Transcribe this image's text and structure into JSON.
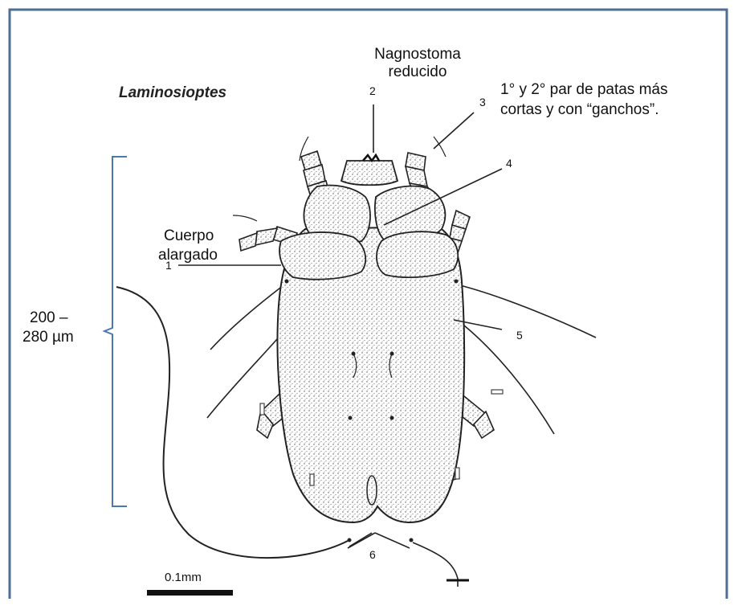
{
  "title": "Laminosioptes",
  "annotations": {
    "gnathostoma": [
      "Nagnostoma",
      "reducido"
    ],
    "legs": [
      "1° y 2° par de patas más",
      "cortas y con “ganchos”."
    ],
    "body": [
      "Cuerpo",
      "alargado"
    ],
    "size": [
      "200 –",
      "280 µm"
    ]
  },
  "callouts": [
    "1",
    "2",
    "3",
    "4",
    "5",
    "6"
  ],
  "scale_bar": "0.1mm",
  "colors": {
    "border": "#4f6e94",
    "bracket": "#4a78b0",
    "ink": "#111111"
  }
}
